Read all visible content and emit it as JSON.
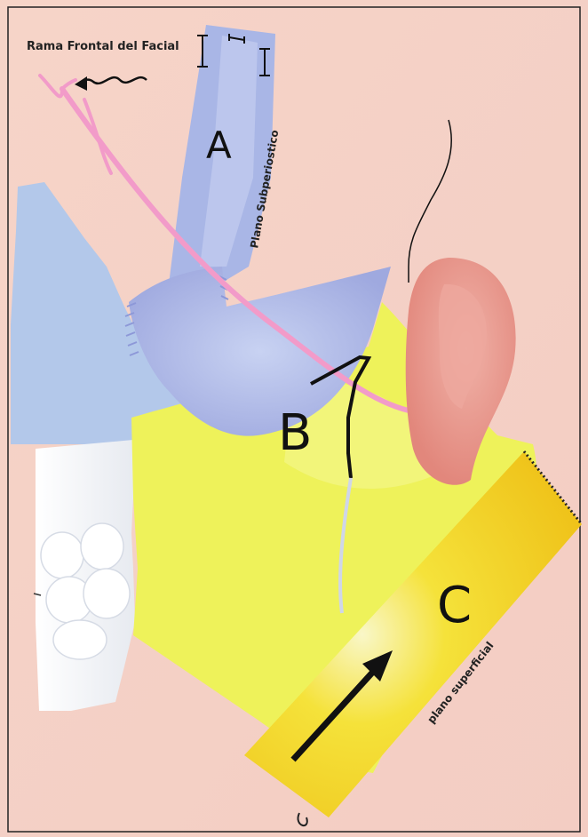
{
  "labels": {
    "facial_branch": "Rama Frontal del Facial",
    "a": "A",
    "b": "B",
    "c": "C",
    "plane_subperiosteal": "Plano Subperiostico",
    "plane_superficial": "plano superficial"
  },
  "colors": {
    "background": "#f3cdc1",
    "blue_plane": "#a9b6e6",
    "blue_skull": "#b3c8ea",
    "yellow": "#eef25a",
    "gold": "#f3cf18",
    "ear": "#e7978d",
    "nerve": "#f29bc9",
    "teeth": "#f2f4f8"
  },
  "icons": [
    "wavy-arrow-icon",
    "bracket-icon",
    "arrow-icon"
  ]
}
